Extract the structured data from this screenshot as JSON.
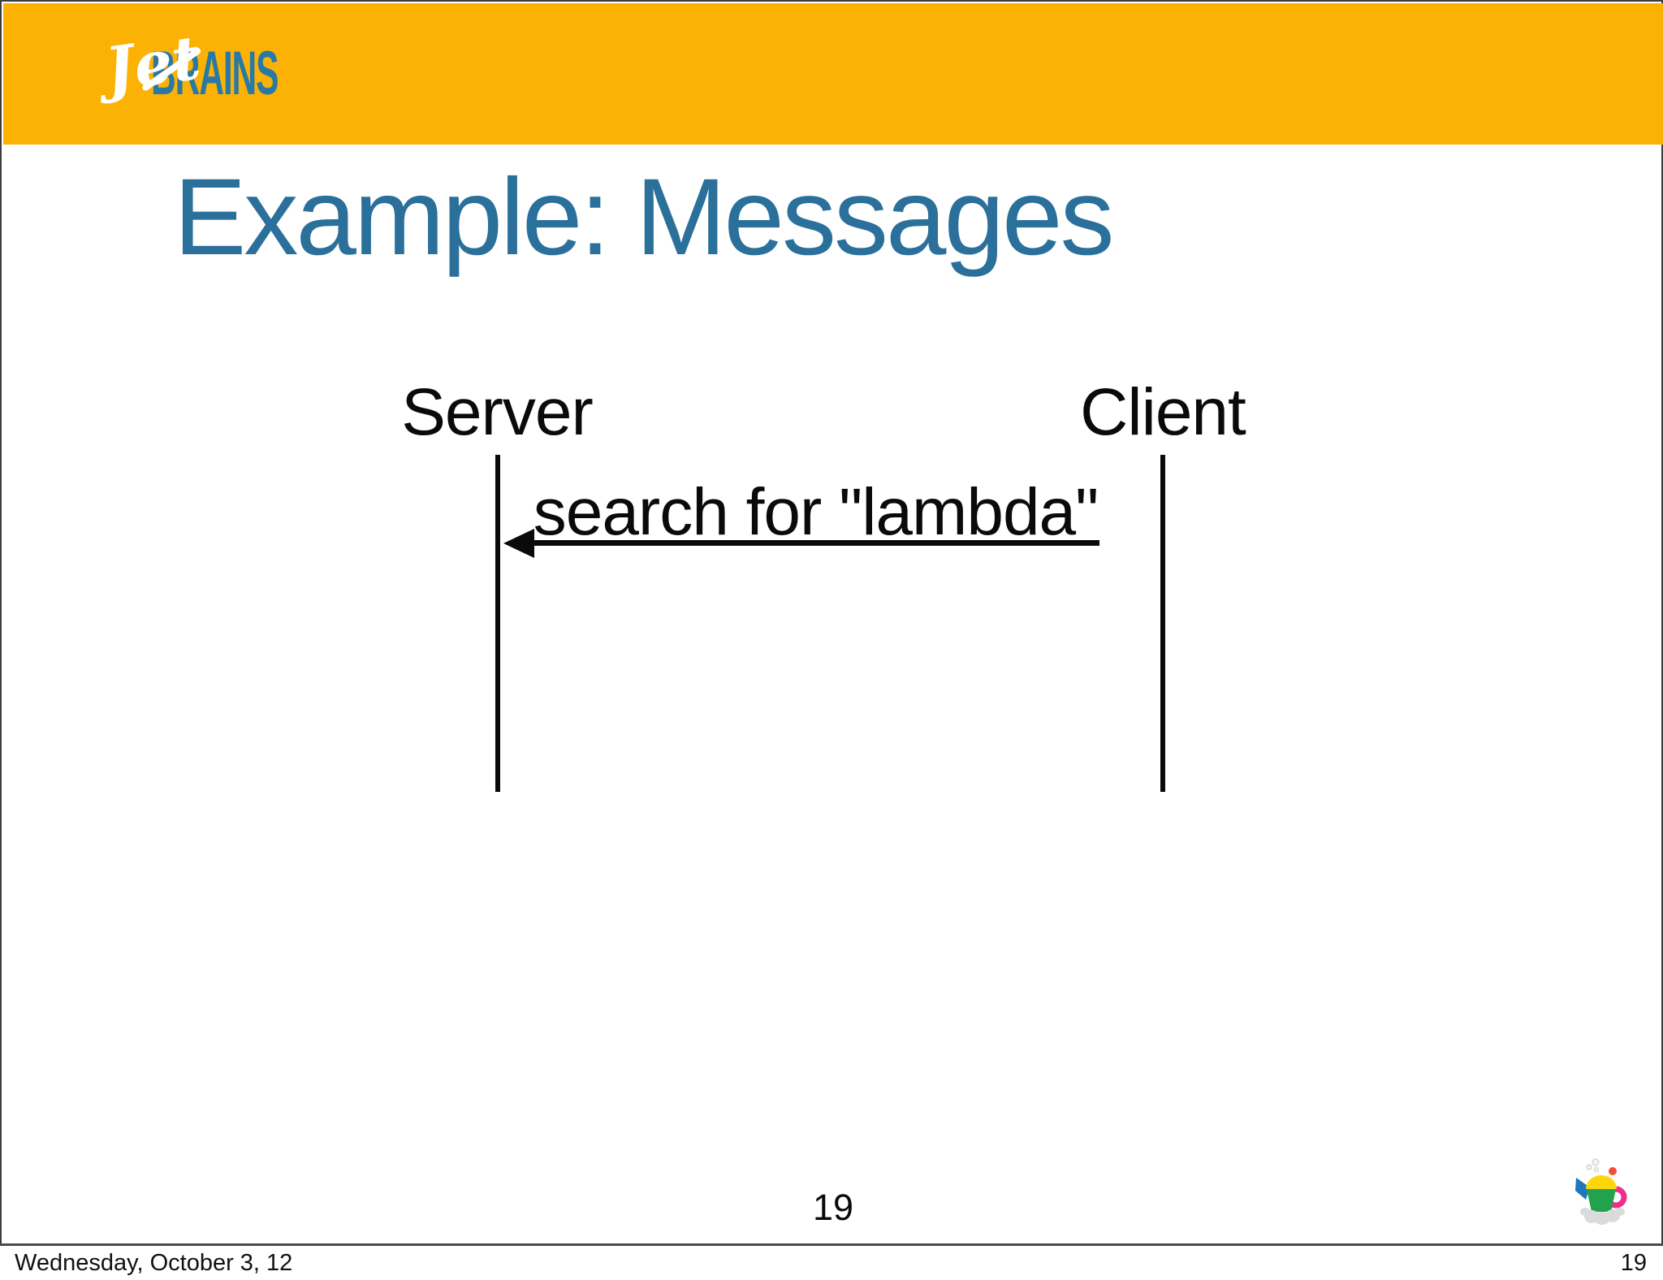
{
  "header": {
    "bg_color": "#FCB205",
    "logo": {
      "jet": "Jet",
      "brains": "BRAINS",
      "brains_color": "#2879A5"
    }
  },
  "title": {
    "text": "Example: Messages",
    "color": "#2A709B"
  },
  "diagram": {
    "lifelines": [
      {
        "label": "Server"
      },
      {
        "label": "Client"
      }
    ],
    "messages": [
      {
        "label": "search for \"lambda\"",
        "from": "Client",
        "to": "Server"
      }
    ]
  },
  "slide": {
    "page_number": "19"
  },
  "icons": {
    "bottom_right": "teapot-icon"
  },
  "footer": {
    "date": "Wednesday, October 3, 12",
    "page": "19"
  }
}
